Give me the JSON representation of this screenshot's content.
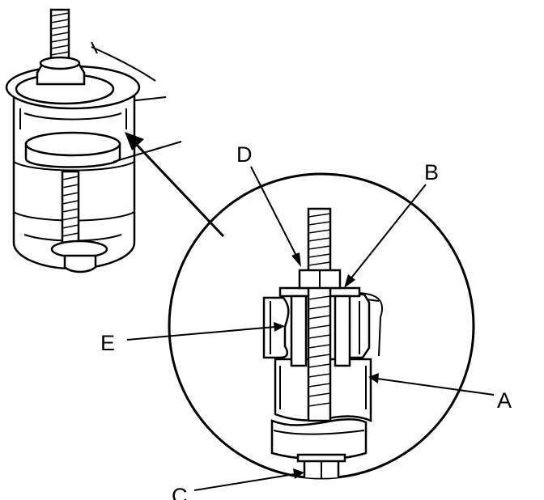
{
  "labels": {
    "a": "A",
    "b": "B",
    "c": "C",
    "d": "D",
    "e": "E"
  },
  "colors": {
    "ink": "#000000",
    "paper": "#ffffff",
    "shade": "#d8d8d8"
  }
}
